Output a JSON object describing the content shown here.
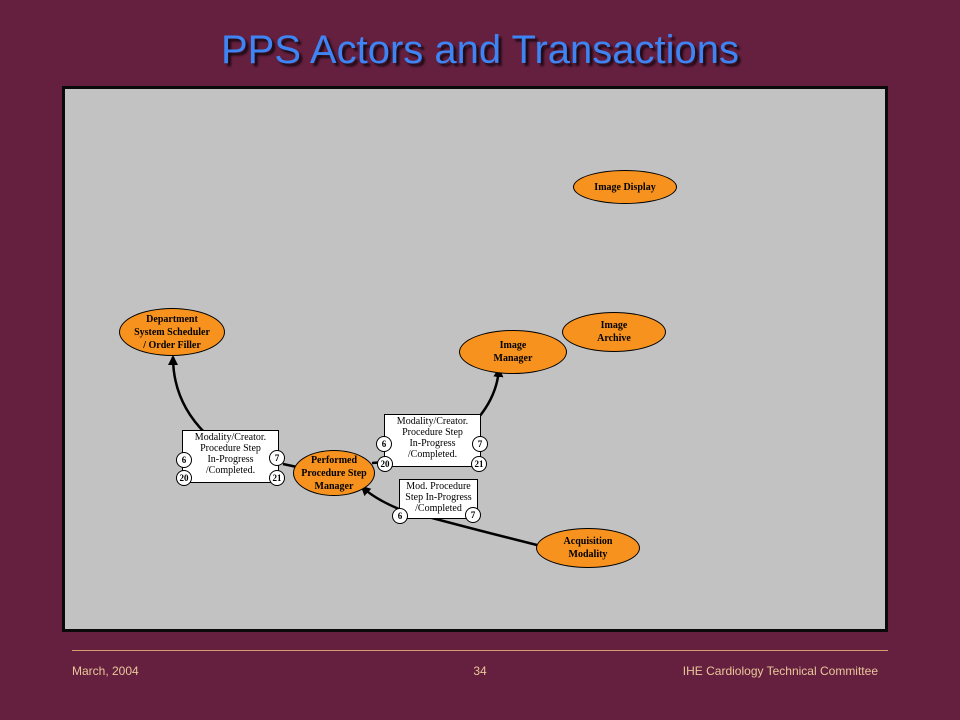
{
  "slide": {
    "title": "PPS Actors and Transactions",
    "footer_left": "March, 2004",
    "footer_center": "34",
    "footer_right": "IHE Cardiology Technical Committee"
  },
  "colors": {
    "background": "#66203f",
    "title": "#3e84f4",
    "panel": "#c2c2c2",
    "actor_fill": "#f7921e"
  },
  "actors": {
    "image_display": "Image Display",
    "image_archive": "Image\nArchive",
    "image_manager": "Image\nManager",
    "dss_order_filler": "Department\nSystem Scheduler\n/ Order Filler",
    "pps_manager": "Performed\nProcedure Step\nManager",
    "acquisition_modality": "Acquisition\nModality"
  },
  "transactions": {
    "left_box": {
      "label": "Modality/Creator.\nProcedure Step\nIn-Progress\n/Completed.",
      "numbers": [
        "6",
        "20",
        "7",
        "21"
      ]
    },
    "right_box": {
      "label": "Modality/Creator.\nProcedure Step\nIn-Progress\n/Completed.",
      "numbers": [
        "6",
        "20",
        "7",
        "21"
      ]
    },
    "modality_box": {
      "label": "Mod. Procedure\nStep In-Progress\n/Completed",
      "numbers": [
        "6",
        "7"
      ]
    }
  }
}
